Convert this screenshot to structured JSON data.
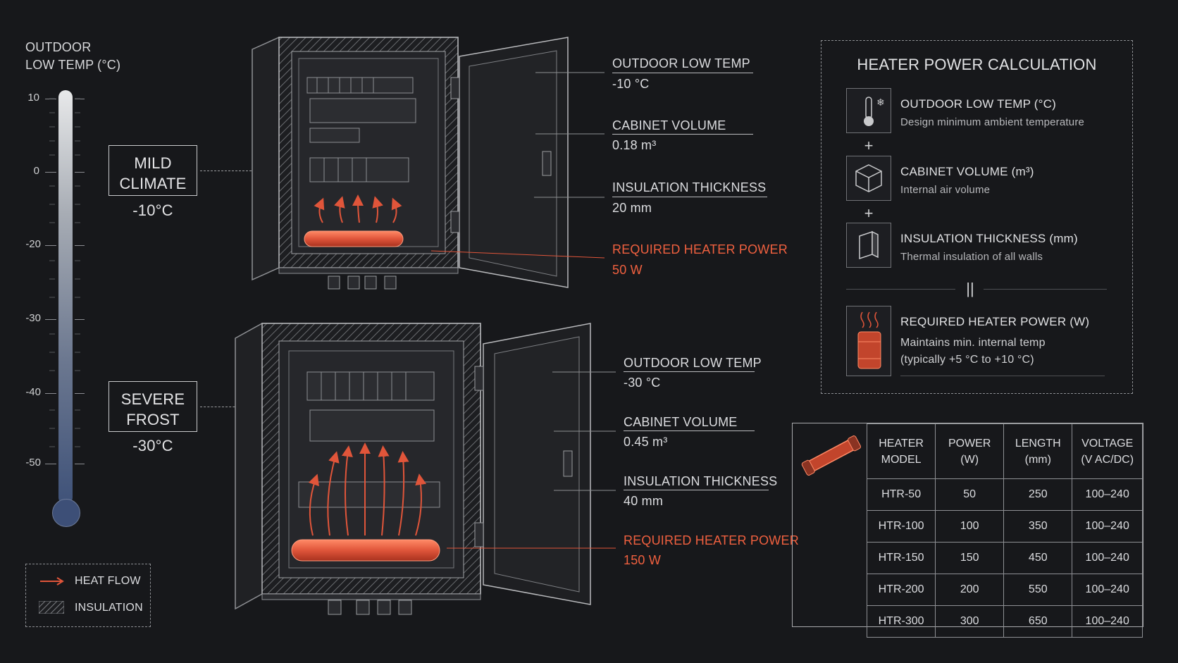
{
  "thermometer": {
    "title_line1": "OUTDOOR",
    "title_line2": "LOW TEMP (°C)",
    "ticks": [
      "10",
      "0",
      "-20",
      "-30",
      "-40",
      "-50"
    ]
  },
  "climates": [
    {
      "name_line1": "MILD",
      "name_line2": "CLIMATE",
      "temp": "-10°C"
    },
    {
      "name_line1": "SEVERE",
      "name_line2": "FROST",
      "temp": "-30°C"
    }
  ],
  "cabinets": [
    {
      "outdoor_label": "OUTDOOR LOW TEMP",
      "outdoor_value": "-10 °C",
      "volume_label": "CABINET VOLUME",
      "volume_value": "0.18 m³",
      "insulation_label": "INSULATION THICKNESS",
      "insulation_value": "20 mm",
      "power_label": "REQUIRED HEATER POWER",
      "power_value": "50 W"
    },
    {
      "outdoor_label": "OUTDOOR LOW TEMP",
      "outdoor_value": "-30 °C",
      "volume_label": "CABINET VOLUME",
      "volume_value": "0.45 m³",
      "insulation_label": "INSULATION THICKNESS",
      "insulation_value": "40 mm",
      "power_label": "REQUIRED HEATER POWER",
      "power_value": "150 W"
    }
  ],
  "legend": {
    "heat_flow": "HEAT FLOW",
    "insulation": "INSULATION"
  },
  "calc": {
    "title": "HEATER POWER CALCULATION",
    "items": [
      {
        "title": "OUTDOOR LOW TEMP (°C)",
        "desc1": "Design minimum ambient temperature",
        "desc2": ""
      },
      {
        "title": "CABINET VOLUME (m³)",
        "desc1": "Internal air volume",
        "desc2": ""
      },
      {
        "title": "INSULATION THICKNESS (mm)",
        "desc1": "Thermal insulation of all walls",
        "desc2": ""
      },
      {
        "title": "REQUIRED HEATER POWER (W)",
        "desc1": "Maintains min. internal temp",
        "desc2": "(typically +5 °C to +10 °C)"
      }
    ],
    "plus": "+",
    "equals": "||"
  },
  "table": {
    "headers": [
      {
        "l1": "HEATER",
        "l2": "MODEL"
      },
      {
        "l1": "POWER",
        "l2": "(W)"
      },
      {
        "l1": "LENGTH",
        "l2": "(mm)"
      },
      {
        "l1": "VOLTAGE",
        "l2": "(V AC/DC)"
      }
    ],
    "rows": [
      [
        "HTR-50",
        "50",
        "250",
        "100–240"
      ],
      [
        "HTR-100",
        "100",
        "350",
        "100–240"
      ],
      [
        "HTR-150",
        "150",
        "450",
        "100–240"
      ],
      [
        "HTR-200",
        "200",
        "550",
        "100–240"
      ],
      [
        "HTR-300",
        "300",
        "650",
        "100–240"
      ]
    ]
  },
  "colors": {
    "heat": "#e0553a",
    "background": "#17181b",
    "line": "#b9babd"
  }
}
